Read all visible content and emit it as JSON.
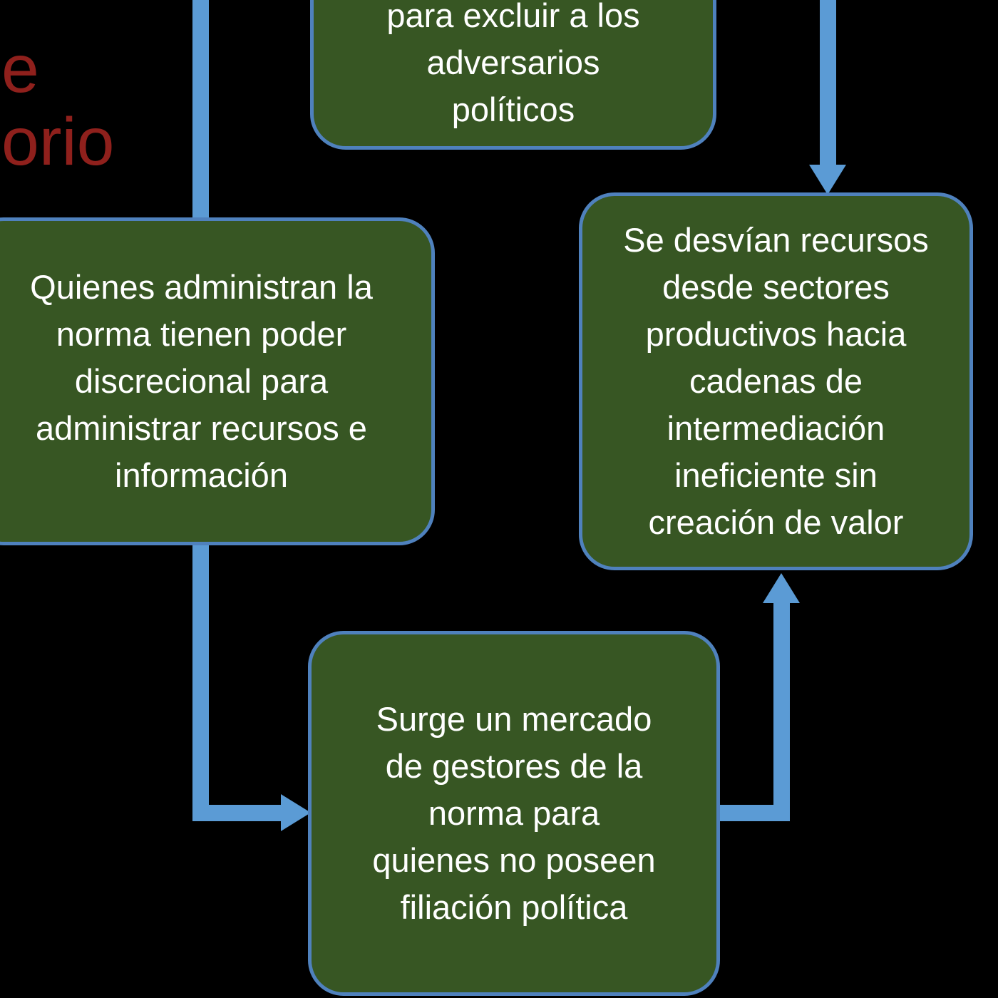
{
  "colors": {
    "background": "#000000",
    "node_fill": "#375623",
    "node_border": "#4f81bd",
    "arrow": "#5b9bd5",
    "node_text": "#ffffff",
    "title_text": "#8f201c"
  },
  "title": {
    "visible_fragment_lines": [
      "e",
      "orio"
    ]
  },
  "nodes": {
    "exclude_adversaries": {
      "lines": [
        "para excluir a los",
        "adversarios",
        "políticos"
      ]
    },
    "power_discretion": {
      "lines": [
        "Quienes administran la",
        "norma tienen poder",
        "discrecional para",
        "administrar recursos e",
        "información"
      ]
    },
    "resource_diversion": {
      "lines": [
        "Se desvían recursos",
        "desde sectores",
        "productivos hacia",
        "cadenas de",
        "intermediación",
        "ineficiente sin",
        "creación de valor"
      ]
    },
    "norm_managers_market": {
      "lines": [
        "Surge un mercado",
        "de gestores de la",
        "norma para",
        "quienes no poseen",
        "filiación política"
      ]
    }
  },
  "connectors": [
    {
      "name": "line-into-left-node",
      "direction": "down",
      "arrowhead": false
    },
    {
      "name": "arrow-into-right-node-top",
      "direction": "down",
      "arrowhead": true
    },
    {
      "name": "left-node-to-bottom-node",
      "direction": "down-then-right",
      "arrowhead": true
    },
    {
      "name": "bottom-node-to-right-node",
      "direction": "right-then-up",
      "arrowhead": true
    }
  ]
}
